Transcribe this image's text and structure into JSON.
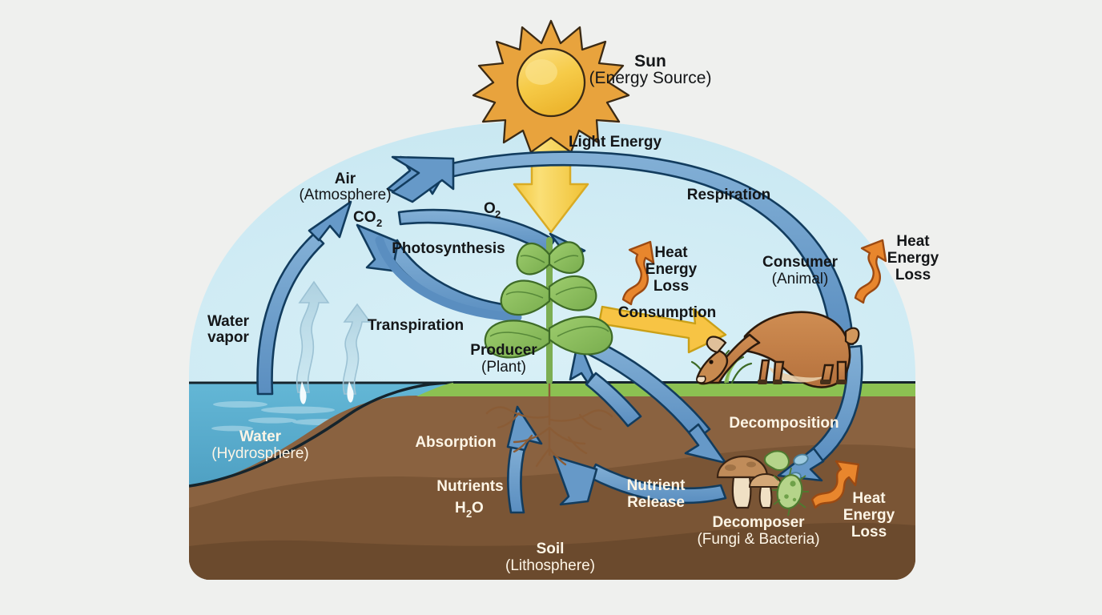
{
  "diagram": {
    "title": "Ecosystem Energy Flow and Nutrient Cycling Diagram",
    "background_color": "#eff0ee"
  },
  "palette": {
    "sky": "#d4edf5",
    "water": "#4ba3c7",
    "water_deep": "#3f8fb4",
    "grass": "#8cc152",
    "soil_top": "#8a6240",
    "soil_mid": "#7a5535",
    "soil_deep": "#6b4a2d",
    "soil_darkest": "#5d3f26",
    "blue_arrow": "#6699c8",
    "blue_arrow_stroke": "#123c5e",
    "orange_arrow": "#e8862d",
    "orange_arrow_stroke": "#9c4a12",
    "yellow_arrow": "#f7cf47",
    "yellow_arrow_stroke": "#caa017",
    "sun_ray": "#e8a33d",
    "sun_core": "#f7cf55",
    "plant_green": "#8cc063",
    "plant_stem": "#7cae52",
    "animal_body": "#c07f4a",
    "animal_stroke": "#2b1a0d",
    "mushroom_cap": "#c08c5a",
    "bacteria_green": "#a9cf7a",
    "text_dark": "#141618",
    "text_light": "#fdf5e6"
  },
  "labels": {
    "sun": {
      "title": "Sun",
      "subtitle": "(Energy Source)"
    },
    "light_energy": "Light Energy",
    "air": {
      "title": "Air",
      "subtitle": "(Atmosphere)"
    },
    "co2": "CO",
    "co2_sub": "2",
    "o2": "O",
    "o2_sub": "2",
    "photosynthesis": "Photosynthesis",
    "respiration": "Respiration",
    "transpiration": "Transpiration",
    "water_vapor_line1": "Water",
    "water_vapor_line2": "vapor",
    "water": {
      "title": "Water",
      "subtitle": "(Hydrosphere)"
    },
    "producer": {
      "title": "Producer",
      "subtitle": "(Plant)"
    },
    "consumer": {
      "title": "Consumer",
      "subtitle": "(Animal)"
    },
    "consumption": "Consumption",
    "heat_loss_plant": [
      "Heat",
      "Energy",
      "Loss"
    ],
    "heat_loss_animal": [
      "Heat",
      "Energy",
      "Loss"
    ],
    "heat_loss_decomposer": [
      "Heat",
      "Energy",
      "Loss"
    ],
    "decomposition": "Decomposition",
    "decomposer": {
      "title": "Decomposer",
      "subtitle": "(Fungi & Bacteria)"
    },
    "nutrient_release_line1": "Nutrient",
    "nutrient_release_line2": "Release",
    "absorption": "Absorption",
    "nutrients_line1": "Nutrients",
    "nutrients_h2o_pre": "H",
    "nutrients_h2o_sub": "2",
    "nutrients_h2o_post": "O",
    "soil": {
      "title": "Soil",
      "subtitle": "(Lithosphere)"
    }
  },
  "flows": [
    {
      "name": "light-energy",
      "from": "Sun",
      "to": "Producer (Plant)",
      "color": "#f7cf47"
    },
    {
      "name": "photosynthesis",
      "from": "Air (Atmosphere) CO2",
      "to": "Producer (Plant)",
      "color": "#6699c8"
    },
    {
      "name": "oxygen-release",
      "from": "Producer (Plant)",
      "to": "Air (Atmosphere)",
      "color": "#6699c8"
    },
    {
      "name": "respiration",
      "from": "Consumer (Animal)",
      "to": "Air (Atmosphere)",
      "color": "#6699c8"
    },
    {
      "name": "transpiration",
      "from": "Producer (Plant)",
      "to": "Air (Atmosphere)",
      "color": "#6699c8"
    },
    {
      "name": "water-vapor-evaporation",
      "from": "Water (Hydrosphere)",
      "to": "Air (Atmosphere)",
      "color": "#6699c8"
    },
    {
      "name": "consumption",
      "from": "Producer (Plant)",
      "to": "Consumer (Animal)",
      "color": "#f7b731"
    },
    {
      "name": "decomposition-from-plant",
      "from": "Producer (Plant)",
      "to": "Decomposer (Fungi & Bacteria)",
      "color": "#6699c8"
    },
    {
      "name": "decomposition-from-animal",
      "from": "Consumer (Animal)",
      "to": "Decomposer (Fungi & Bacteria)",
      "color": "#6699c8"
    },
    {
      "name": "nutrient-release",
      "from": "Decomposer (Fungi & Bacteria)",
      "to": "Soil (Lithosphere)",
      "color": "#6699c8"
    },
    {
      "name": "absorption",
      "from": "Soil (Lithosphere)",
      "to": "Producer (Plant) roots",
      "color": "#6699c8"
    },
    {
      "name": "heat-energy-loss-producer",
      "from": "Producer (Plant)",
      "to": "Atmosphere",
      "color": "#e8862d"
    },
    {
      "name": "heat-energy-loss-consumer",
      "from": "Consumer (Animal)",
      "to": "Atmosphere",
      "color": "#e8862d"
    },
    {
      "name": "heat-energy-loss-decomposer",
      "from": "Decomposer (Fungi & Bacteria)",
      "to": "Soil",
      "color": "#e8862d"
    }
  ]
}
